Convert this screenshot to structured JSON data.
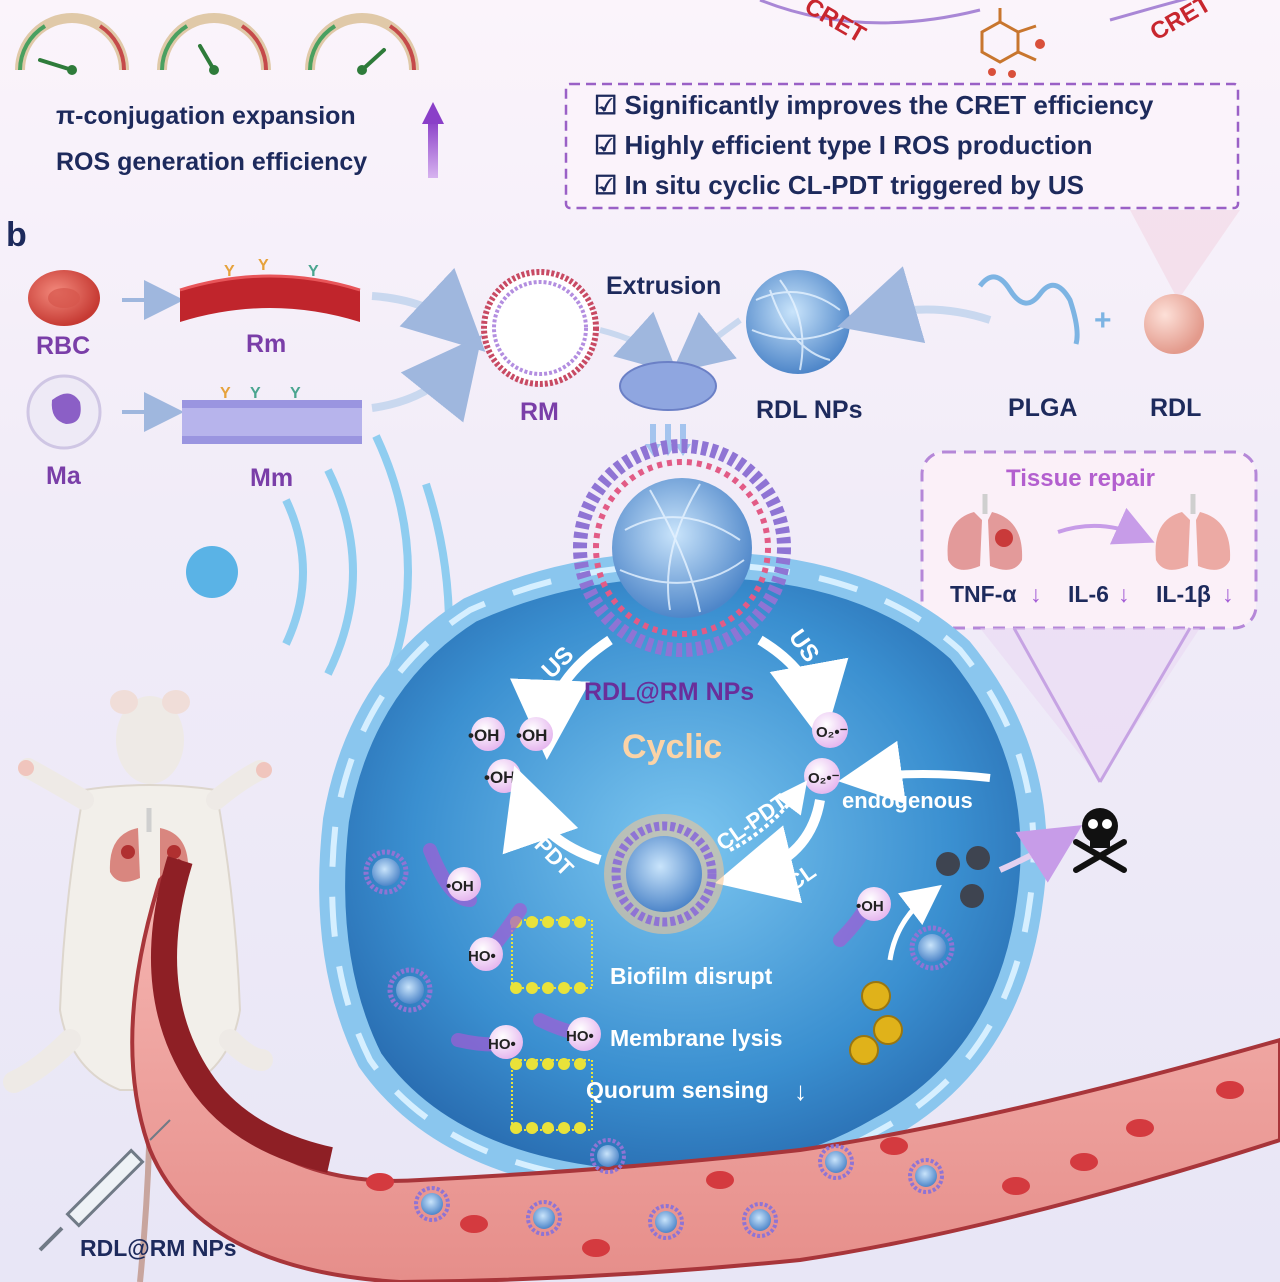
{
  "top": {
    "cret_left": "CRET",
    "cret_right": "CRET",
    "line1": "π-conjugation expansion",
    "line2": "ROS generation efficiency",
    "checks": [
      "☑ Significantly improves the CRET efficiency",
      "☑ Highly efficient type I ROS production",
      "☑ In situ cyclic CL-PDT triggered by US"
    ]
  },
  "panel_b": {
    "label": "b",
    "rbc": "RBC",
    "rm": "Rm",
    "ma": "Ma",
    "mm": "Mm",
    "rm_vesicle": "RM",
    "extrusion": "Extrusion",
    "rdl_nps": "RDL NPs",
    "plga": "PLGA",
    "rdl": "RDL",
    "plus": "+"
  },
  "repair": {
    "title": "Tissue repair",
    "tnf": "TNF-α",
    "il6": "IL-6",
    "il1b": "IL-1β",
    "arrow": "↓"
  },
  "cell": {
    "us_left": "US",
    "us_right": "US",
    "np": "RDL@RM NPs",
    "cyclic": "Cyclic",
    "oh": "•OH",
    "ho": "HO•",
    "o2": "O₂•⁻",
    "endogenous": "endogenous",
    "clpdt_left": "CL-PDT",
    "clpdt_right": "CL-PDT",
    "cl": "CL",
    "biofilm": "Biofilm disrupt",
    "lysis": "Membrane lysis",
    "quorum": "Quorum sensing",
    "quorum_arrow": "↓"
  },
  "injection_label": "RDL@RM NPs",
  "colors": {
    "navy": "#1d2a5c",
    "purple": "#8a4fc2",
    "blood": "#b52a35",
    "cell_blue": "#3a86c8",
    "label_purple": "#7a3ea8"
  }
}
